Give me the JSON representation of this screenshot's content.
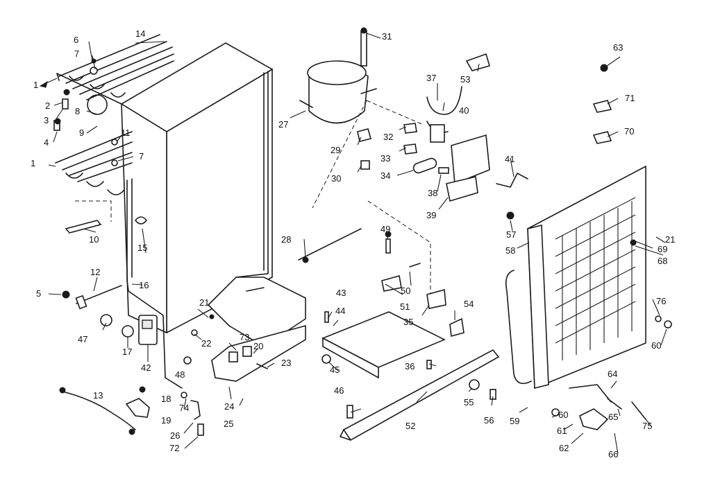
{
  "parts": [
    {
      "id": "p1a",
      "num": "1"
    },
    {
      "id": "p1b",
      "num": "1"
    },
    {
      "id": "p2",
      "num": "2"
    },
    {
      "id": "p3",
      "num": "3"
    },
    {
      "id": "p4",
      "num": "4"
    },
    {
      "id": "p5",
      "num": "5"
    },
    {
      "id": "p6",
      "num": "6"
    },
    {
      "id": "p7a",
      "num": "7"
    },
    {
      "id": "p7b",
      "num": "7"
    },
    {
      "id": "p8",
      "num": "8"
    },
    {
      "id": "p9",
      "num": "9"
    },
    {
      "id": "p10",
      "num": "10"
    },
    {
      "id": "p11",
      "num": "11"
    },
    {
      "id": "p12",
      "num": "12"
    },
    {
      "id": "p13",
      "num": "13"
    },
    {
      "id": "p14",
      "num": "14"
    },
    {
      "id": "p15",
      "num": "15"
    },
    {
      "id": "p16",
      "num": "16"
    },
    {
      "id": "p17",
      "num": "17"
    },
    {
      "id": "p18",
      "num": "18"
    },
    {
      "id": "p19",
      "num": "19"
    },
    {
      "id": "p20",
      "num": "20"
    },
    {
      "id": "p21a",
      "num": "21"
    },
    {
      "id": "p21b",
      "num": "21"
    },
    {
      "id": "p22",
      "num": "22"
    },
    {
      "id": "p23",
      "num": "23"
    },
    {
      "id": "p24",
      "num": "24"
    },
    {
      "id": "p25",
      "num": "25"
    },
    {
      "id": "p26",
      "num": "26"
    },
    {
      "id": "p27",
      "num": "27"
    },
    {
      "id": "p28",
      "num": "28"
    },
    {
      "id": "p29",
      "num": "29"
    },
    {
      "id": "p30",
      "num": "30"
    },
    {
      "id": "p31",
      "num": "31"
    },
    {
      "id": "p32",
      "num": "32"
    },
    {
      "id": "p33",
      "num": "33"
    },
    {
      "id": "p34",
      "num": "34"
    },
    {
      "id": "p35",
      "num": "35"
    },
    {
      "id": "p36",
      "num": "36"
    },
    {
      "id": "p37",
      "num": "37"
    },
    {
      "id": "p38",
      "num": "38"
    },
    {
      "id": "p39",
      "num": "39"
    },
    {
      "id": "p40",
      "num": "40"
    },
    {
      "id": "p41",
      "num": "41"
    },
    {
      "id": "p42",
      "num": "42"
    },
    {
      "id": "p43",
      "num": "43"
    },
    {
      "id": "p44",
      "num": "44"
    },
    {
      "id": "p45",
      "num": "45"
    },
    {
      "id": "p46",
      "num": "46"
    },
    {
      "id": "p47",
      "num": "47"
    },
    {
      "id": "p48",
      "num": "48"
    },
    {
      "id": "p49",
      "num": "49"
    },
    {
      "id": "p50",
      "num": "50"
    },
    {
      "id": "p51",
      "num": "51"
    },
    {
      "id": "p52",
      "num": "52"
    },
    {
      "id": "p53",
      "num": "53"
    },
    {
      "id": "p54",
      "num": "54"
    },
    {
      "id": "p55",
      "num": "55"
    },
    {
      "id": "p56",
      "num": "56"
    },
    {
      "id": "p57",
      "num": "57"
    },
    {
      "id": "p58",
      "num": "58"
    },
    {
      "id": "p59",
      "num": "59"
    },
    {
      "id": "p60a",
      "num": "60"
    },
    {
      "id": "p60b",
      "num": "60"
    },
    {
      "id": "p61",
      "num": "61"
    },
    {
      "id": "p62",
      "num": "62"
    },
    {
      "id": "p63",
      "num": "63"
    },
    {
      "id": "p64",
      "num": "64"
    },
    {
      "id": "p65",
      "num": "65"
    },
    {
      "id": "p66",
      "num": "66"
    },
    {
      "id": "p68",
      "num": "68"
    },
    {
      "id": "p69",
      "num": "69"
    },
    {
      "id": "p70",
      "num": "70"
    },
    {
      "id": "p71",
      "num": "71"
    },
    {
      "id": "p72",
      "num": "72"
    },
    {
      "id": "p73",
      "num": "73"
    },
    {
      "id": "p74",
      "num": "74"
    },
    {
      "id": "p75",
      "num": "75"
    },
    {
      "id": "p76",
      "num": "76"
    }
  ]
}
